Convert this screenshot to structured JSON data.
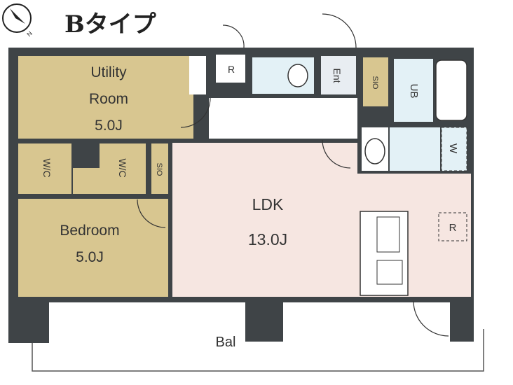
{
  "title": "Bタイプ",
  "compass": {
    "icon": "north-arrow-icon",
    "label": "N"
  },
  "colors": {
    "room_tan": "#d8c690",
    "ldk": "#f6e6e1",
    "wet": "#e3f1f6",
    "wall": "#3f4447",
    "white": "#ffffff"
  },
  "rooms": {
    "utility": {
      "name_line1": "Utility",
      "name_line2": "Room",
      "size": "5.0J"
    },
    "bedroom": {
      "name": "Bedroom",
      "size": "5.0J"
    },
    "ldk": {
      "name": "LDK",
      "size": "13.0J"
    },
    "balcony": {
      "name": "Bal"
    },
    "wic1": {
      "name": "W/C"
    },
    "wic2": {
      "name": "W/C"
    },
    "sio1": {
      "name": "SIO"
    },
    "sio2": {
      "name": "SIO"
    },
    "entrance": {
      "name": "Ent"
    },
    "unit_bath": {
      "name": "UB"
    },
    "washer": {
      "name": "W"
    },
    "fridge": {
      "name": "R"
    },
    "meter": {
      "name": "R"
    }
  }
}
